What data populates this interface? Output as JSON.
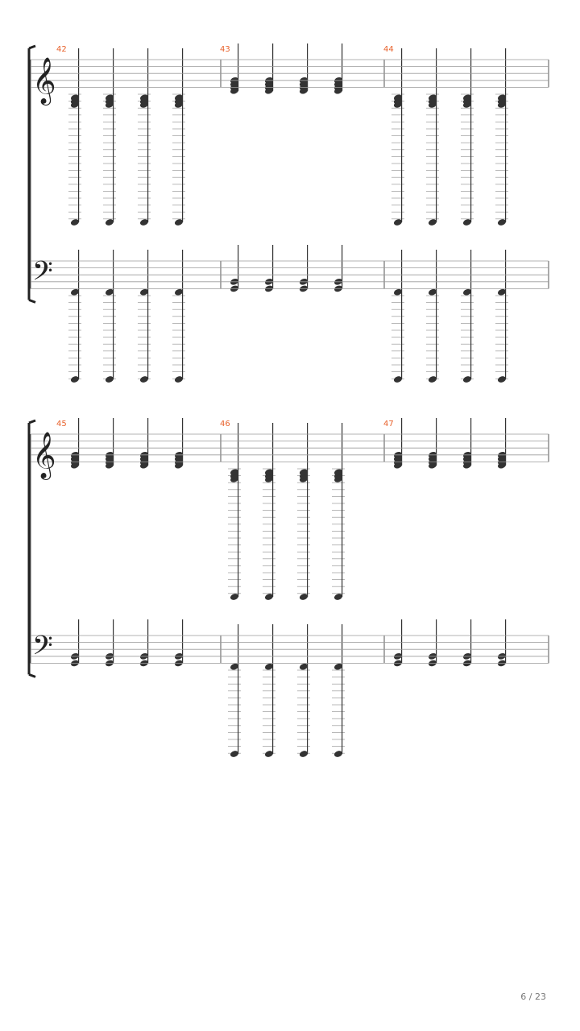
{
  "page": {
    "number_text": "6 / 23"
  },
  "colors": {
    "measure_number": "#e8622c",
    "staff_line": "#9a9a9a",
    "note": "#333333",
    "bracket": "#222222"
  },
  "systems": [
    {
      "measures": [
        {
          "number": "42",
          "treble": "ledger-chords",
          "bass": "ledger-chords"
        },
        {
          "number": "43",
          "treble": "staff-chords",
          "bass": "staff-chords"
        },
        {
          "number": "44",
          "treble": "ledger-chords",
          "bass": "ledger-chords"
        }
      ]
    },
    {
      "measures": [
        {
          "number": "45",
          "treble": "staff-chords",
          "bass": "staff-chords"
        },
        {
          "number": "46",
          "treble": "ledger-chords",
          "bass": "ledger-chords"
        },
        {
          "number": "47",
          "treble": "staff-chords",
          "bass": "staff-chords"
        }
      ]
    }
  ],
  "beats_per_measure": 4,
  "clefs": {
    "treble_icon": "treble-clef-icon",
    "bass_icon": "bass-clef-icon"
  }
}
